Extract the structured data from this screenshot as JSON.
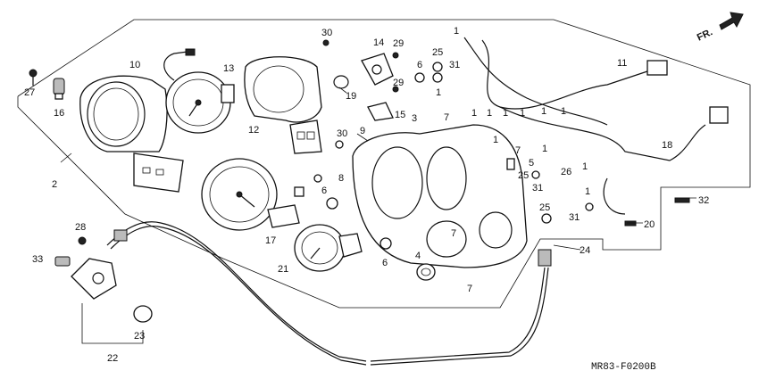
{
  "diagram": {
    "code": "MR83-F0200B",
    "direction_label": "FR.",
    "callouts": [
      {
        "id": "c1a",
        "text": "1"
      },
      {
        "id": "c1b",
        "text": "1"
      },
      {
        "id": "c1c",
        "text": "1"
      },
      {
        "id": "c1d",
        "text": "1"
      },
      {
        "id": "c1e",
        "text": "1"
      },
      {
        "id": "c1f",
        "text": "1"
      },
      {
        "id": "c1g",
        "text": "1"
      },
      {
        "id": "c1h",
        "text": "1"
      },
      {
        "id": "c1i",
        "text": "1"
      },
      {
        "id": "c1j",
        "text": "1"
      },
      {
        "id": "c1k",
        "text": "1"
      },
      {
        "id": "c1l",
        "text": "1"
      },
      {
        "id": "c2",
        "text": "2"
      },
      {
        "id": "c3",
        "text": "3"
      },
      {
        "id": "c4",
        "text": "4"
      },
      {
        "id": "c5",
        "text": "5"
      },
      {
        "id": "c6a",
        "text": "6"
      },
      {
        "id": "c6b",
        "text": "6"
      },
      {
        "id": "c6c",
        "text": "6"
      },
      {
        "id": "c7a",
        "text": "7"
      },
      {
        "id": "c7b",
        "text": "7"
      },
      {
        "id": "c7c",
        "text": "7"
      },
      {
        "id": "c7d",
        "text": "7"
      },
      {
        "id": "c8",
        "text": "8"
      },
      {
        "id": "c9",
        "text": "9"
      },
      {
        "id": "c10",
        "text": "10"
      },
      {
        "id": "c11",
        "text": "11"
      },
      {
        "id": "c12",
        "text": "12"
      },
      {
        "id": "c13",
        "text": "13"
      },
      {
        "id": "c14",
        "text": "14"
      },
      {
        "id": "c15",
        "text": "15"
      },
      {
        "id": "c16",
        "text": "16"
      },
      {
        "id": "c17",
        "text": "17"
      },
      {
        "id": "c18",
        "text": "18"
      },
      {
        "id": "c19",
        "text": "19"
      },
      {
        "id": "c20",
        "text": "20"
      },
      {
        "id": "c21",
        "text": "21"
      },
      {
        "id": "c22",
        "text": "22"
      },
      {
        "id": "c23",
        "text": "23"
      },
      {
        "id": "c24",
        "text": "24"
      },
      {
        "id": "c25a",
        "text": "25"
      },
      {
        "id": "c25b",
        "text": "25"
      },
      {
        "id": "c25c",
        "text": "25"
      },
      {
        "id": "c26",
        "text": "26"
      },
      {
        "id": "c27",
        "text": "27"
      },
      {
        "id": "c28",
        "text": "28"
      },
      {
        "id": "c29a",
        "text": "29"
      },
      {
        "id": "c29b",
        "text": "29"
      },
      {
        "id": "c30a",
        "text": "30"
      },
      {
        "id": "c30b",
        "text": "30"
      },
      {
        "id": "c31a",
        "text": "31"
      },
      {
        "id": "c31b",
        "text": "31"
      },
      {
        "id": "c31c",
        "text": "31"
      },
      {
        "id": "c32",
        "text": "32"
      },
      {
        "id": "c33",
        "text": "33"
      }
    ]
  }
}
